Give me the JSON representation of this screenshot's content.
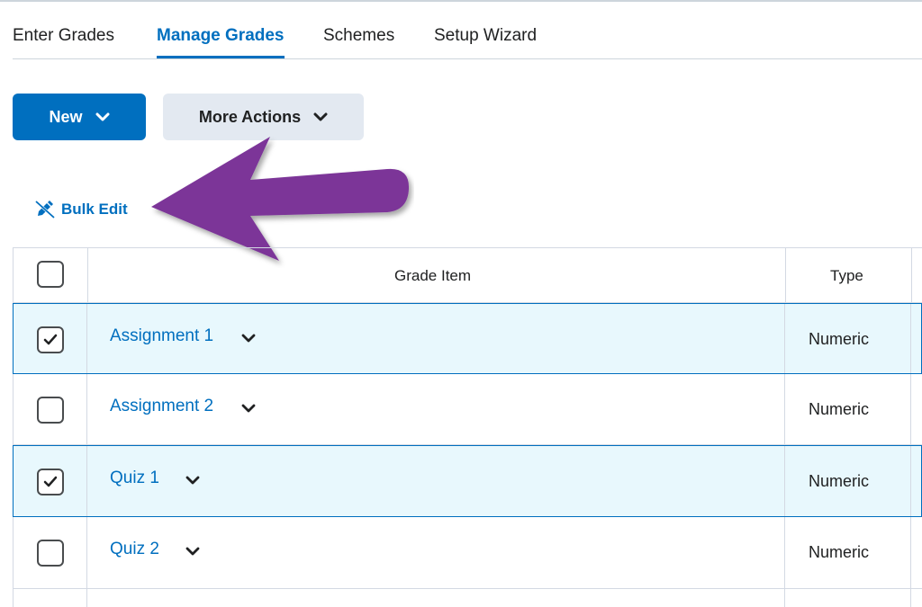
{
  "tabs": [
    {
      "label": "Enter Grades"
    },
    {
      "label": "Manage Grades",
      "active": true
    },
    {
      "label": "Schemes"
    },
    {
      "label": "Setup Wizard"
    }
  ],
  "actions": {
    "new_label": "New",
    "more_label": "More Actions",
    "bulk_edit_label": "Bulk Edit"
  },
  "table": {
    "headers": {
      "item": "Grade Item",
      "type": "Type"
    },
    "rows": [
      {
        "name": "Assignment 1",
        "type": "Numeric",
        "checked": true
      },
      {
        "name": "Assignment 2",
        "type": "Numeric",
        "checked": false
      },
      {
        "name": "Quiz 1",
        "type": "Numeric",
        "checked": true
      },
      {
        "name": "Quiz 2",
        "type": "Numeric",
        "checked": false
      }
    ]
  },
  "colors": {
    "accent": "#006fbf",
    "selected_row_bg": "#e8f8fd",
    "annotation_arrow": "#7b3598"
  },
  "icons": {
    "bulk_edit": "pencil-slash-icon",
    "dropdown": "chevron-down-icon",
    "checkbox": "checkmark-icon"
  }
}
